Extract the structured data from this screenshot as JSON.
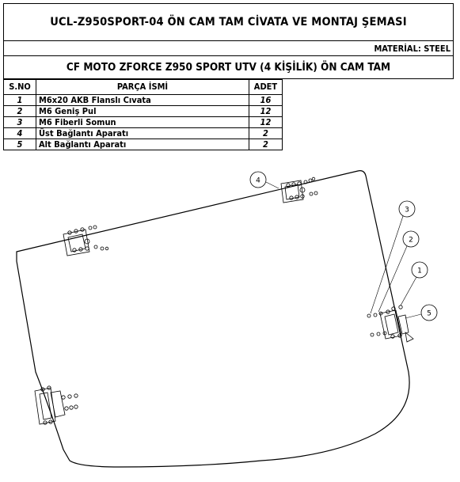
{
  "title": "UCL-Z950SPORT-04 ÖN CAM TAM CİVATA VE MONTAJ ŞEMASI",
  "material": "MATERİAL: STEEL",
  "subtitle": "CF MOTO ZFORCE Z950 SPORT UTV (4 KİŞİLİK) ÖN CAM TAM",
  "table": {
    "headers": {
      "no": "S.NO",
      "name": "PARÇA İSMİ",
      "qty": "ADET"
    },
    "rows": [
      {
        "no": "1",
        "name": "M6x20 AKB Flanslı Cıvata",
        "qty": "16"
      },
      {
        "no": "2",
        "name": "M6 Geniş Pul",
        "qty": "12"
      },
      {
        "no": "3",
        "name": "M6 Fiberli Somun",
        "qty": "12"
      },
      {
        "no": "4",
        "name": "Üst Bağlantı Aparatı",
        "qty": "2"
      },
      {
        "no": "5",
        "name": "Alt Bağlantı Aparatı",
        "qty": "2"
      }
    ]
  },
  "callouts": [
    "4",
    "3",
    "2",
    "1",
    "5"
  ]
}
